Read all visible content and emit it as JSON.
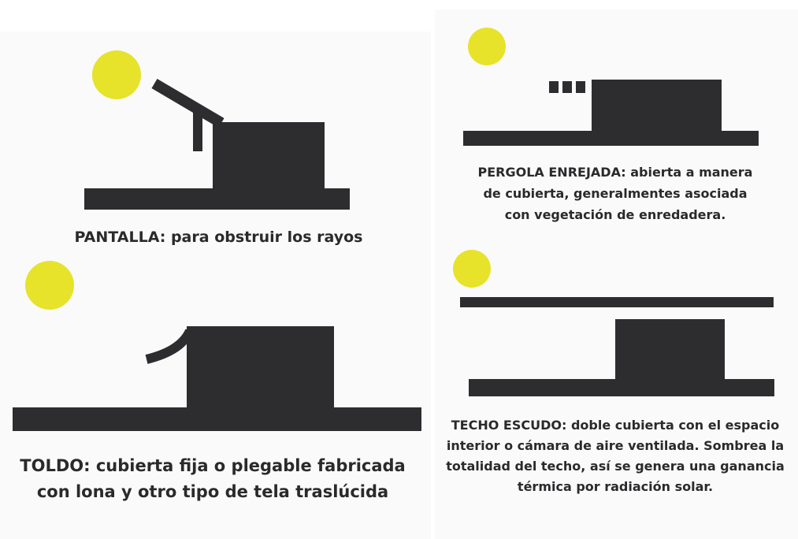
{
  "colors": {
    "sun": "#e6e32a",
    "structure": "#2d2d30",
    "text": "#2a2a2d",
    "panel": "#fafafa"
  },
  "pantalla": {
    "caption": "PANTALLA: para obstruir los rayos"
  },
  "pergola": {
    "caption_lines": [
      "PERGOLA ENREJADA: abierta a manera",
      "de cubierta, generalmentes asociada",
      "con vegetación de enredadera."
    ]
  },
  "toldo": {
    "caption_lines": [
      "TOLDO: cubierta fija o plegable fabricada",
      "con lona y otro tipo de tela traslúcida"
    ]
  },
  "techo": {
    "caption_lines": [
      "TECHO ESCUDO: doble cubierta con el espacio",
      "interior o cámara de aire ventilada. Sombrea la",
      "totalidad del techo, así se genera una ganancia",
      "térmica por radiación solar."
    ]
  }
}
